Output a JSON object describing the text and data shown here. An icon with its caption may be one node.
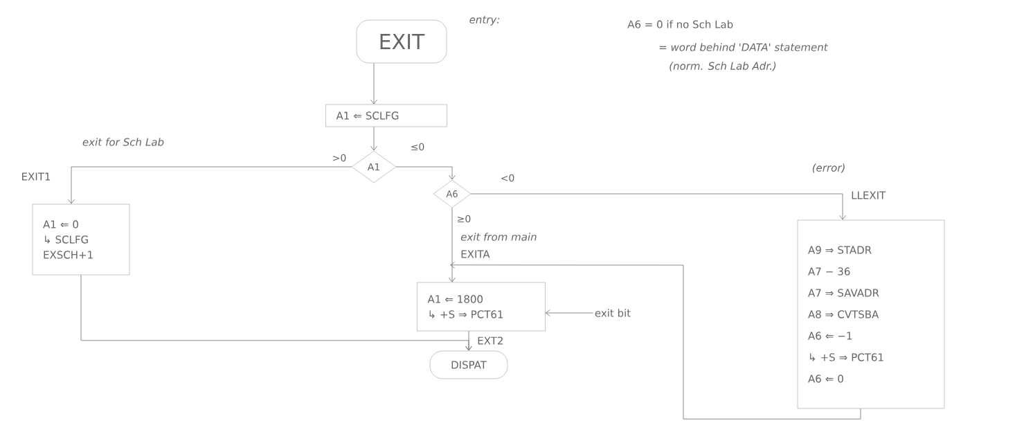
{
  "diagram": {
    "nodes": [
      {
        "text": [
          "EXIT"
        ]
      },
      {
        "text": [
          "A1 ⇐ SCLFG"
        ]
      },
      {
        "text": [
          "A1"
        ]
      },
      {
        "text": [
          "A6"
        ]
      },
      {
        "text": [
          "A1 ⇐ 0",
          "↳ SCLFG",
          "EXSCH+1"
        ]
      },
      {
        "text": [
          "A1 ⇐ 1800",
          "↳ +S ⇒ PCT61"
        ]
      },
      {
        "text": [
          "DISPAT"
        ]
      },
      {
        "text": [
          "A9 ⇒ STADR",
          "A7 − 36",
          "A7 ⇒ SAVADR",
          "A8 ⇒ CVTSBA",
          "A6 ⇐ −1",
          "↳ +S ⇒ PCT61",
          "A6 ⇐ 0"
        ]
      },
      {
        "text": [
          "exit bit"
        ]
      }
    ],
    "edges": [
      {
        "from": 0,
        "to": 1,
        "arrow": "to"
      },
      {
        "from": 1,
        "to": 2,
        "arrow": "to"
      },
      {
        "from": 2,
        "to": 4,
        "arrow": "to",
        "label": ">0"
      },
      {
        "from": 2,
        "to": 3,
        "arrow": "to",
        "label": "≤0"
      },
      {
        "from": 3,
        "to": 5,
        "arrow": "to",
        "label": "≥0"
      },
      {
        "from": 3,
        "to": 7,
        "arrow": "to",
        "label": "<0"
      },
      {
        "from": 7,
        "to": 5,
        "arrow": "to"
      },
      {
        "from": 4,
        "to": 6,
        "arrow": "to"
      },
      {
        "from": 5,
        "to": 6,
        "arrow": "to"
      },
      {
        "from": 8,
        "to": 5,
        "arrow": "to"
      }
    ],
    "labels": [
      "entry:",
      "A6 = 0 if no Sch Lab",
      "= word behind 'DATA' statement",
      "(norm. Sch Lab Adr.)",
      "exit for Sch Lab",
      "EXIT1",
      "exit from main",
      "EXITA",
      "(error)",
      "LLEXIT",
      "EXT2"
    ]
  }
}
